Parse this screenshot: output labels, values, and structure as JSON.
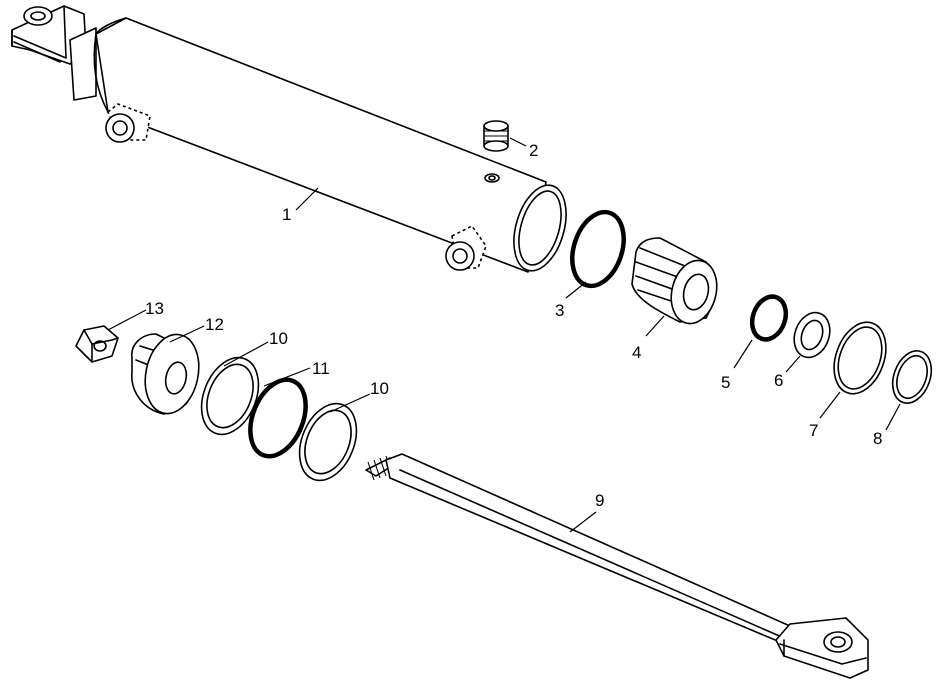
{
  "callouts": {
    "p1": "1",
    "p2": "2",
    "p3": "3",
    "p4": "4",
    "p5": "5",
    "p6": "6",
    "p7": "7",
    "p8": "8",
    "p9": "9",
    "p10a": "10",
    "p10b": "10",
    "p11": "11",
    "p12": "12",
    "p13": "13"
  }
}
